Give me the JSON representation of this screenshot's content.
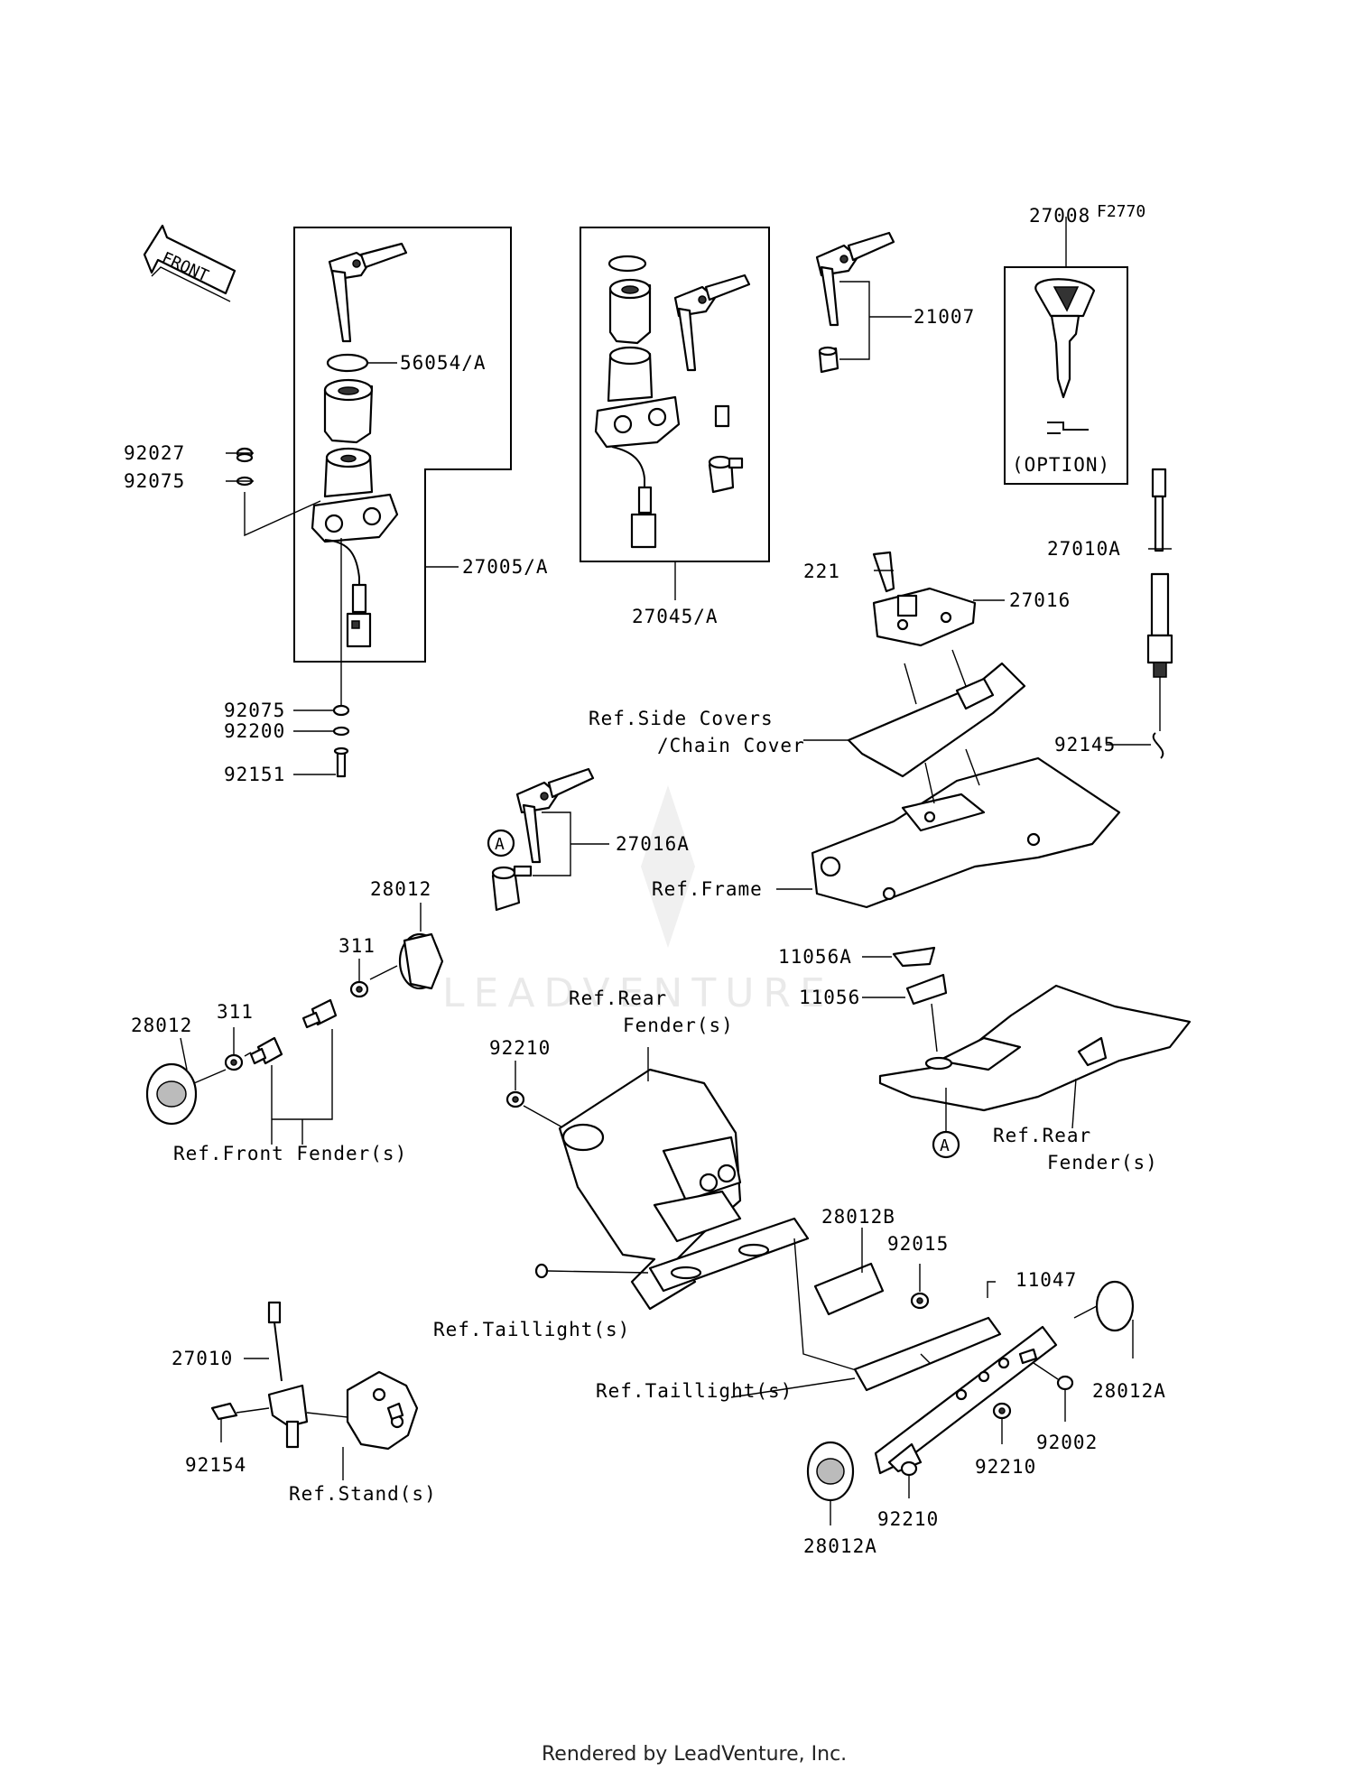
{
  "diagram_code": "F2770",
  "front_arrow_label": "FRONT",
  "labels": {
    "p27008": "27008",
    "option": "(OPTION)",
    "p56054": "56054/A",
    "p21007": "21007",
    "p92027": "92027",
    "p92075_top": "92075",
    "p27005": "27005/A",
    "p27045": "27045/A",
    "p27010A": "27010A",
    "p221": "221",
    "p27016": "27016",
    "p92075_bot": "92075",
    "p92200": "92200",
    "p92151": "92151",
    "ref_side_covers_1": "Ref.Side Covers",
    "ref_side_covers_2": "/Chain Cover",
    "p92145": "92145",
    "p27016A": "27016A",
    "marker_a": "A",
    "p28012_top": "28012",
    "ref_frame": "Ref.Frame",
    "p311_top": "311",
    "p11056A": "11056A",
    "p11056": "11056",
    "p311_left": "311",
    "p28012_left": "28012",
    "ref_rear_fender_1a": "Ref.Rear",
    "ref_rear_fender_1b": "Fender(s)",
    "p92210_top": "92210",
    "ref_rear_fender_2a": "Ref.Rear",
    "ref_rear_fender_2b": "Fender(s)",
    "ref_front_fender": "Ref.Front Fender(s)",
    "p28012B": "28012B",
    "p92015": "92015",
    "p11047": "11047",
    "ref_taillight_1": "Ref.Taillight(s)",
    "p27010": "27010",
    "ref_taillight_2": "Ref.Taillight(s)",
    "p28012A_right": "28012A",
    "p92002": "92002",
    "p92154": "92154",
    "p92210_mid": "92210",
    "ref_stand": "Ref.Stand(s)",
    "p92210_bot": "92210",
    "p28012A_bot": "28012A"
  },
  "watermark": "LEADVENTURE",
  "footer": "Rendered by LeadVenture, Inc."
}
